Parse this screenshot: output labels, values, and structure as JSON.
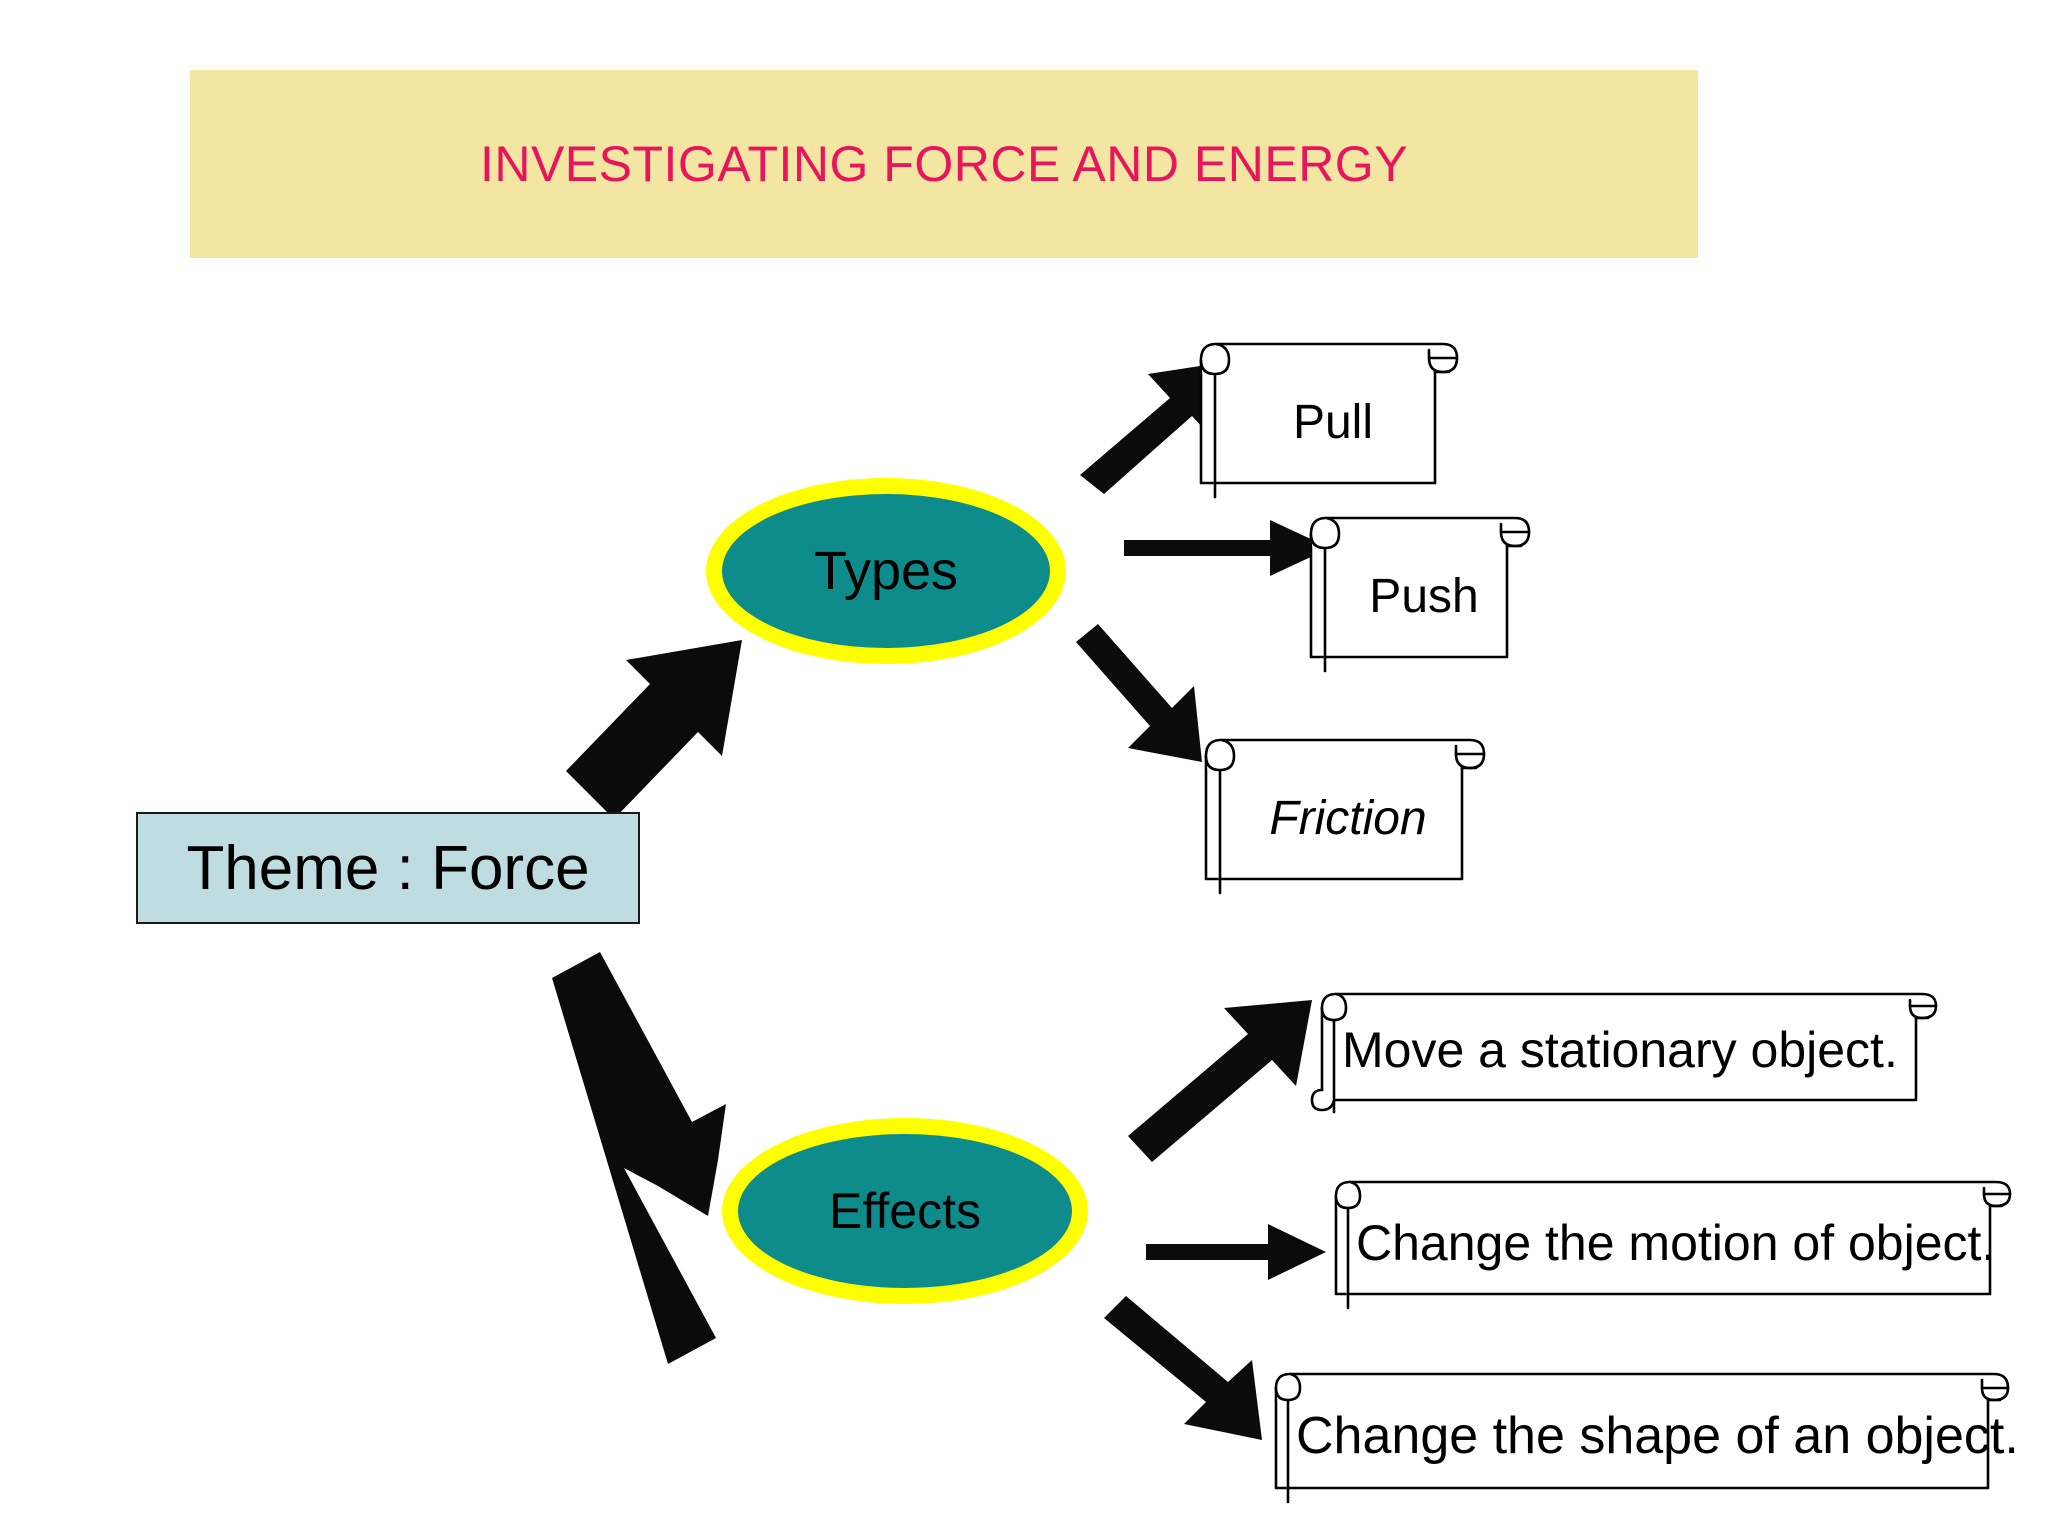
{
  "slide": {
    "title": "INVESTIGATING FORCE AND ENERGY",
    "title_bg_color": "#F2E6A2",
    "title_text_color": "#E8155C",
    "background_color": "#FFFFFF"
  },
  "theme": {
    "label": "Theme : Force",
    "box_fill_color": "#BFDDE1",
    "box_border_color": "#1A1A1A"
  },
  "nodes": [
    {
      "id": "types",
      "label": "Types",
      "fill_color": "#0E8C8C",
      "outline_color": "#FFFF00"
    },
    {
      "id": "effects",
      "label": "Effects",
      "fill_color": "#0E8C8C",
      "outline_color": "#FFFF00"
    }
  ],
  "types_items": [
    {
      "label": "Pull",
      "style": "normal"
    },
    {
      "label": "Push",
      "style": "normal"
    },
    {
      "label": "Friction",
      "style": "italic"
    }
  ],
  "effects_items": [
    {
      "label": "Move a stationary object.",
      "style": "normal"
    },
    {
      "label": "Change the motion of object.",
      "style": "normal"
    },
    {
      "label": "Change the shape of an object.",
      "style": "normal"
    }
  ],
  "connectors": [
    {
      "id": "theme-to-types",
      "from": "theme",
      "to": "types",
      "kind": "block-arrow",
      "direction": "up-right"
    },
    {
      "id": "theme-to-effects",
      "from": "theme",
      "to": "effects",
      "kind": "block-arrow",
      "direction": "down-right"
    },
    {
      "id": "types-to-pull",
      "from": "types",
      "to": "pull",
      "kind": "thin-arrow",
      "direction": "up-right"
    },
    {
      "id": "types-to-push",
      "from": "types",
      "to": "push",
      "kind": "thin-arrow",
      "direction": "right"
    },
    {
      "id": "types-to-friction",
      "from": "types",
      "to": "friction",
      "kind": "thin-arrow",
      "direction": "down-right"
    },
    {
      "id": "effects-to-move",
      "from": "effects",
      "to": "effect-1",
      "kind": "block-arrow",
      "direction": "up-right"
    },
    {
      "id": "effects-to-change-motion",
      "from": "effects",
      "to": "effect-2",
      "kind": "thin-arrow",
      "direction": "right"
    },
    {
      "id": "effects-to-change-shape",
      "from": "effects",
      "to": "effect-3",
      "kind": "block-arrow",
      "direction": "down-right"
    }
  ]
}
